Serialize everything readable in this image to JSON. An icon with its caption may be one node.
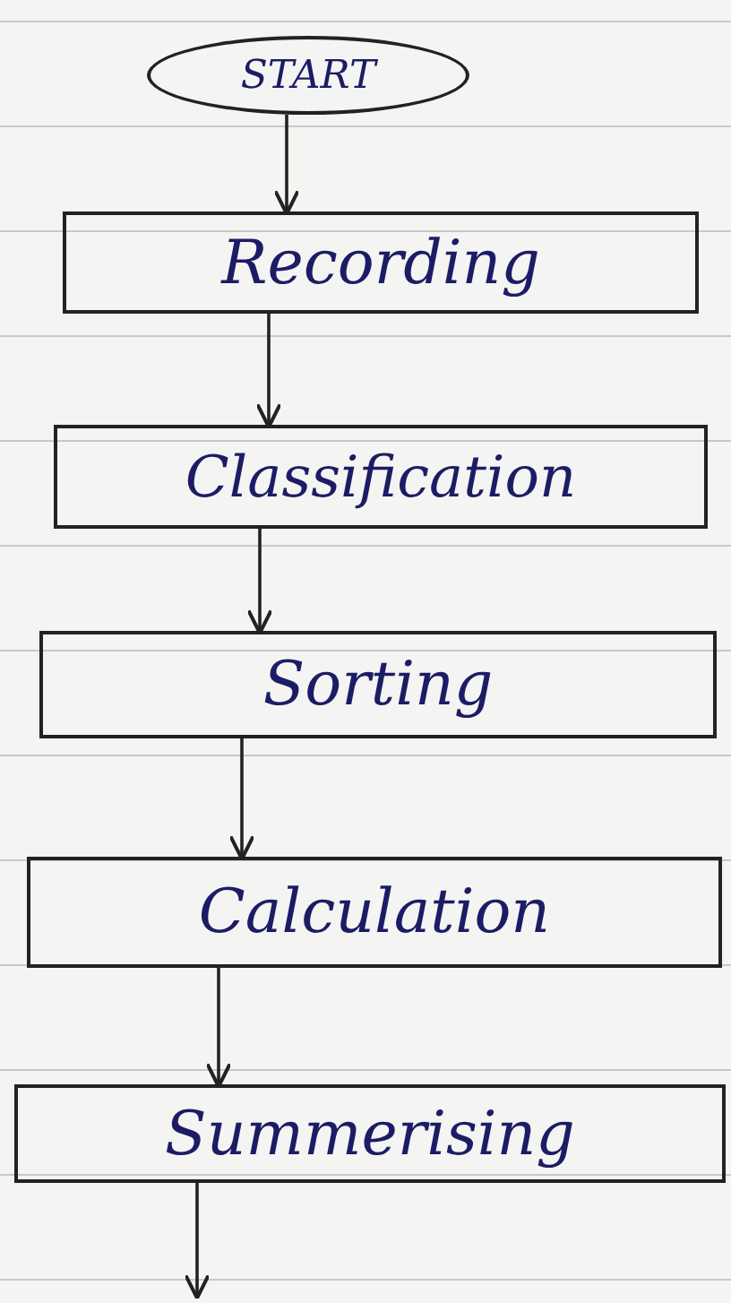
{
  "diagram": {
    "nodes": [
      {
        "text": [
          "START"
        ]
      },
      {
        "text": [
          "Recording"
        ]
      },
      {
        "text": [
          "Classification"
        ]
      },
      {
        "text": [
          "Sorting"
        ]
      },
      {
        "text": [
          "Calculation"
        ]
      },
      {
        "text": [
          "Summerising"
        ]
      }
    ],
    "edges": [
      {
        "from": 0,
        "to": 1,
        "arrow": "to"
      },
      {
        "from": 1,
        "to": 2,
        "arrow": "to"
      },
      {
        "from": 2,
        "to": 3,
        "arrow": "to"
      },
      {
        "from": 3,
        "to": 4,
        "arrow": "to"
      },
      {
        "from": 4,
        "to": 5,
        "arrow": "to"
      },
      {
        "from": 5,
        "to": null,
        "arrow": "to"
      }
    ]
  }
}
